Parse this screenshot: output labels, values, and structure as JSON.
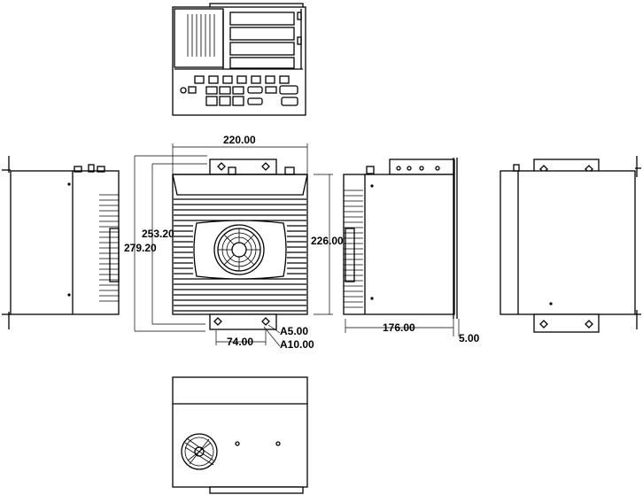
{
  "dimensions": {
    "width": "220.00",
    "depth_outer": "279.20",
    "depth_inner": "253.20",
    "height": "226.00",
    "bracket_spacing": "74.00",
    "hole_small": "A5.00",
    "hole_large": "A10.00",
    "side_depth": "176.00",
    "offset": "5.00"
  },
  "colors": {
    "line": "#000000",
    "background": "#ffffff"
  },
  "icons": [
    "fan-icon",
    "mounting-bracket-icon",
    "rj45-port-icon",
    "db9-port-icon"
  ]
}
